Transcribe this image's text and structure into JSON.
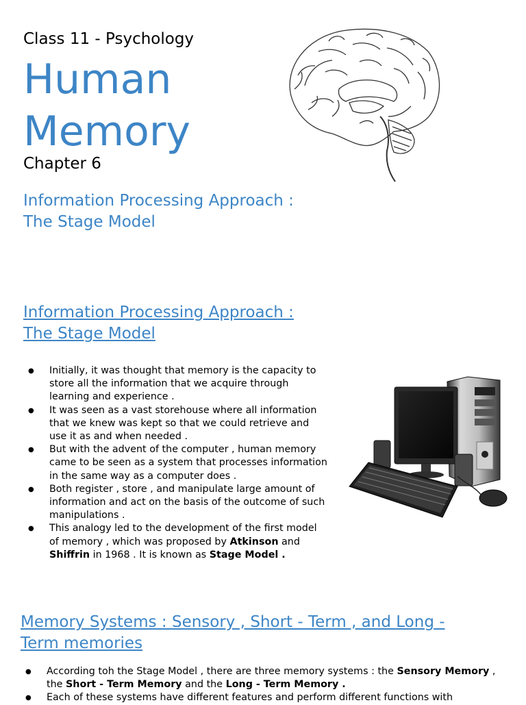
{
  "header": {
    "class_line": "Class 11 - Psychology",
    "title_line1": "Human",
    "title_line2": "Memory",
    "chapter": "Chapter 6"
  },
  "section1": {
    "heading_line1": "Information Processing Approach :",
    "heading_line2": "The Stage Model"
  },
  "section2": {
    "heading_line1": "Information Processing Approach :",
    "heading_line2": "The Stage Model",
    "bullets": [
      {
        "text": "Initially, it was thought that memory is the capacity to store all the information that we acquire through learning and experience ."
      },
      {
        "text": "It was seen as a vast storehouse where all information that we knew was kept so that we could retrieve and use it as and when needed ."
      },
      {
        "text": "But with the advent of the computer , human memory came to be seen as a system that processes information in the same way as a computer does ."
      },
      {
        "text": "Both register , store , and manipulate large amount of information and act on the basis of the outcome of such manipulations ."
      },
      {
        "part1": "This analogy led to the development of the first model of memory , which was proposed by ",
        "bold1": "Atkinson",
        "part2": " and ",
        "bold2": "Shiffrin",
        "part3": " in 1968 . It is known as ",
        "bold3": "Stage Model ."
      }
    ]
  },
  "section3": {
    "heading_line1": "Memory Systems : Sensory , Short - Term , and Long -",
    "heading_line2": "Term memories",
    "bullet1": {
      "part1": "According toh the Stage Model , there are three memory systems : the ",
      "bold1": "Sensory Memory",
      "part2": " , the ",
      "bold2": "Short - Term Memory",
      "part3": " and the ",
      "bold3": "Long - Term Memory ."
    },
    "bullet2": "Each of these systems have different features and perform different functions with"
  },
  "images": {
    "brain": "brain-illustration",
    "computer": "desktop-computer-photo"
  }
}
